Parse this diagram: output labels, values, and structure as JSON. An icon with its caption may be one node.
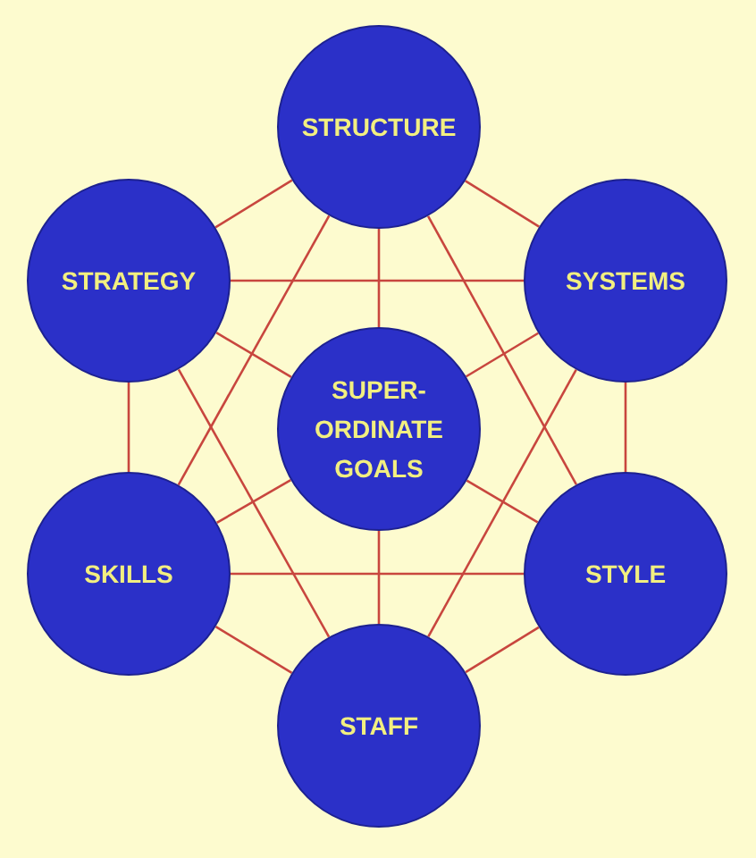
{
  "diagram": {
    "nodes": [
      {
        "text": [
          "STRUCTURE"
        ]
      },
      {
        "text": [
          "STRATEGY"
        ]
      },
      {
        "text": [
          "SYSTEMS"
        ]
      },
      {
        "text": [
          "SUPER- ORDINATE GOALS"
        ]
      },
      {
        "text": [
          "SKILLS"
        ]
      },
      {
        "text": [
          "STYLE"
        ]
      },
      {
        "text": [
          "STAFF"
        ]
      }
    ],
    "edges": [
      {
        "from": 0,
        "to": 1,
        "arrow": "none"
      },
      {
        "from": 0,
        "to": 2,
        "arrow": "none"
      },
      {
        "from": 0,
        "to": 3,
        "arrow": "none"
      },
      {
        "from": 0,
        "to": 4,
        "arrow": "none"
      },
      {
        "from": 0,
        "to": 5,
        "arrow": "none"
      },
      {
        "from": 1,
        "to": 2,
        "arrow": "none"
      },
      {
        "from": 1,
        "to": 3,
        "arrow": "none"
      },
      {
        "from": 1,
        "to": 4,
        "arrow": "none"
      },
      {
        "from": 1,
        "to": 6,
        "arrow": "none"
      },
      {
        "from": 2,
        "to": 3,
        "arrow": "none"
      },
      {
        "from": 2,
        "to": 5,
        "arrow": "none"
      },
      {
        "from": 2,
        "to": 6,
        "arrow": "none"
      },
      {
        "from": 4,
        "to": 3,
        "arrow": "none"
      },
      {
        "from": 4,
        "to": 5,
        "arrow": "none"
      },
      {
        "from": 4,
        "to": 6,
        "arrow": "none"
      },
      {
        "from": 5,
        "to": 3,
        "arrow": "none"
      },
      {
        "from": 5,
        "to": 6,
        "arrow": "none"
      },
      {
        "from": 3,
        "to": 6,
        "arrow": "none"
      }
    ]
  }
}
